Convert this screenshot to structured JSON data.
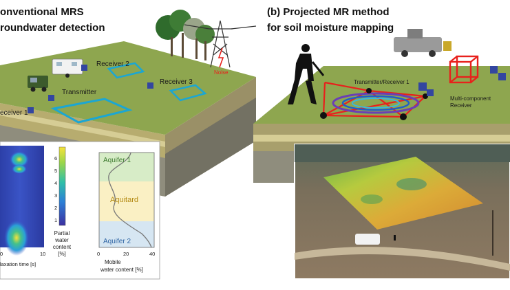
{
  "left_panel": {
    "title_line1": "onventional MRS",
    "title_line2": "roundwater detection",
    "labels": {
      "receiver2": "Receiver 2",
      "receiver3": "Receiver 3",
      "transmitter": "Transmitter",
      "receiver1": "eceiver 1",
      "noise": "Noise"
    },
    "heatmap": {
      "xaxis_label": "laxation time [s]",
      "x_tick_left": "0",
      "x_tick_right": "10",
      "colorbar_ticks": [
        "6",
        "5",
        "4",
        "3",
        "2",
        "1"
      ],
      "colorbar_label": [
        "Partial",
        "water",
        "content",
        "[%]"
      ]
    },
    "profile": {
      "zones": [
        "Aquifer 1",
        "Aquitard",
        "Aquifer 2"
      ],
      "zone_colors": [
        "#d7ecc7",
        "#faf0c4",
        "#d6e6f2"
      ],
      "x_ticks": [
        "0",
        "20",
        "40"
      ],
      "xlabel_line1": "Mobile",
      "xlabel_line2": "water content [%]"
    }
  },
  "right_panel": {
    "title_line1": "(b) Projected MR method",
    "title_line2": "for soil moisture mapping",
    "labels": {
      "transmitter_receiver": "Transmitter/Receiver 1",
      "multi_line1": "Multi-component",
      "multi_line2": "Receiver"
    }
  },
  "colors": {
    "grass": "#8ea64f",
    "soil_top": "#bdb276",
    "loop": "#1ba6d3",
    "cage": "#e8211c"
  }
}
